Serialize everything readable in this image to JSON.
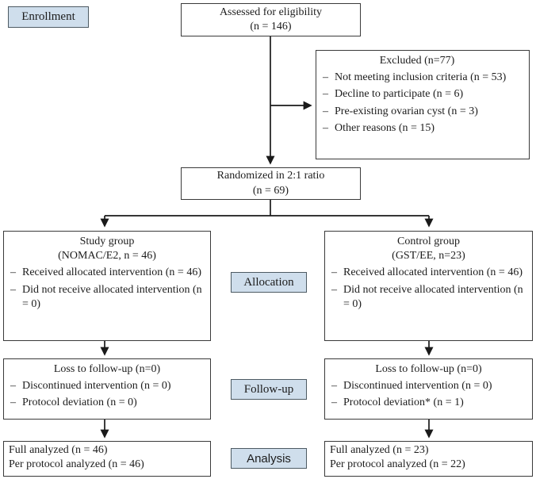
{
  "bullet": "–",
  "stage_labels": {
    "enrollment": "Enrollment",
    "allocation": "Allocation",
    "followup": "Follow-up",
    "analysis": "Analysis"
  },
  "boxes": {
    "assessed": {
      "line1": "Assessed for eligibility",
      "line2": "(n = 146)"
    },
    "excluded": {
      "title": "Excluded (n=77)",
      "items": [
        "Not meeting inclusion criteria (n = 53)",
        "Decline to participate (n = 6)",
        "Pre-existing ovarian cyst (n = 3)",
        "Other reasons (n = 15)"
      ]
    },
    "randomized": {
      "line1": "Randomized in 2:1 ratio",
      "line2": "(n = 69)"
    },
    "study_group": {
      "title1": "Study group",
      "title2": "(NOMAC/E2, n = 46)",
      "items": [
        "Received allocated intervention (n = 46)",
        "Did not receive allocated intervention (n = 0)"
      ]
    },
    "control_group": {
      "title1": "Control group",
      "title2": "(GST/EE, n=23)",
      "items": [
        "Received allocated intervention (n = 46)",
        "Did not receive allocated intervention (n = 0)"
      ]
    },
    "followup_left": {
      "title": "Loss to follow-up (n=0)",
      "items": [
        "Discontinued intervention (n = 0)",
        "Protocol deviation (n = 0)"
      ]
    },
    "followup_right": {
      "title": "Loss to follow-up (n=0)",
      "items": [
        "Discontinued intervention (n = 0)",
        "Protocol deviation* (n = 1)"
      ]
    },
    "analysis_left": {
      "line1": "Full analyzed (n = 46)",
      "line2": "Per protocol analyzed (n = 46)"
    },
    "analysis_right": {
      "line1": "Full analyzed (n = 23)",
      "line2": "Per protocol analyzed (n = 22)"
    }
  },
  "colors": {
    "label_fill": "#cfdeec",
    "label_border": "#4d5a63",
    "box_border": "#3a3a3a",
    "line_color": "#1a1a1a",
    "text_color": "#1c1c1c"
  }
}
